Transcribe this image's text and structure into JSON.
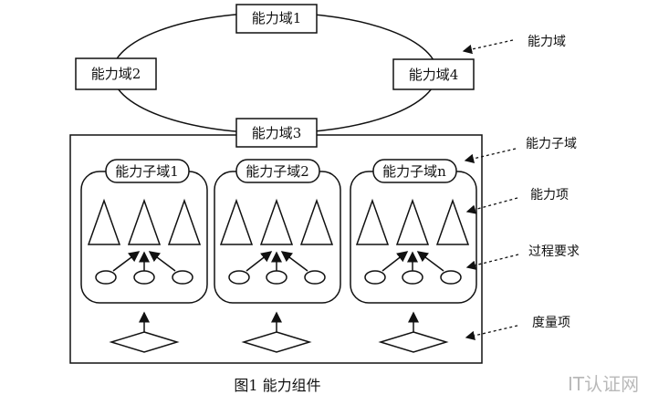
{
  "domains": [
    "能力域1",
    "能力域2",
    "能力域3",
    "能力域4"
  ],
  "subdomains": [
    "能力子域1",
    "能力子域2",
    "能力子域n"
  ],
  "annotations": {
    "domain": "能力域",
    "subdomain": "能力子域",
    "capability_item": "能力项",
    "process_requirement": "过程要求",
    "metric_item": "度量项"
  },
  "caption": "图1 能力组件",
  "watermark": "IT认证网"
}
